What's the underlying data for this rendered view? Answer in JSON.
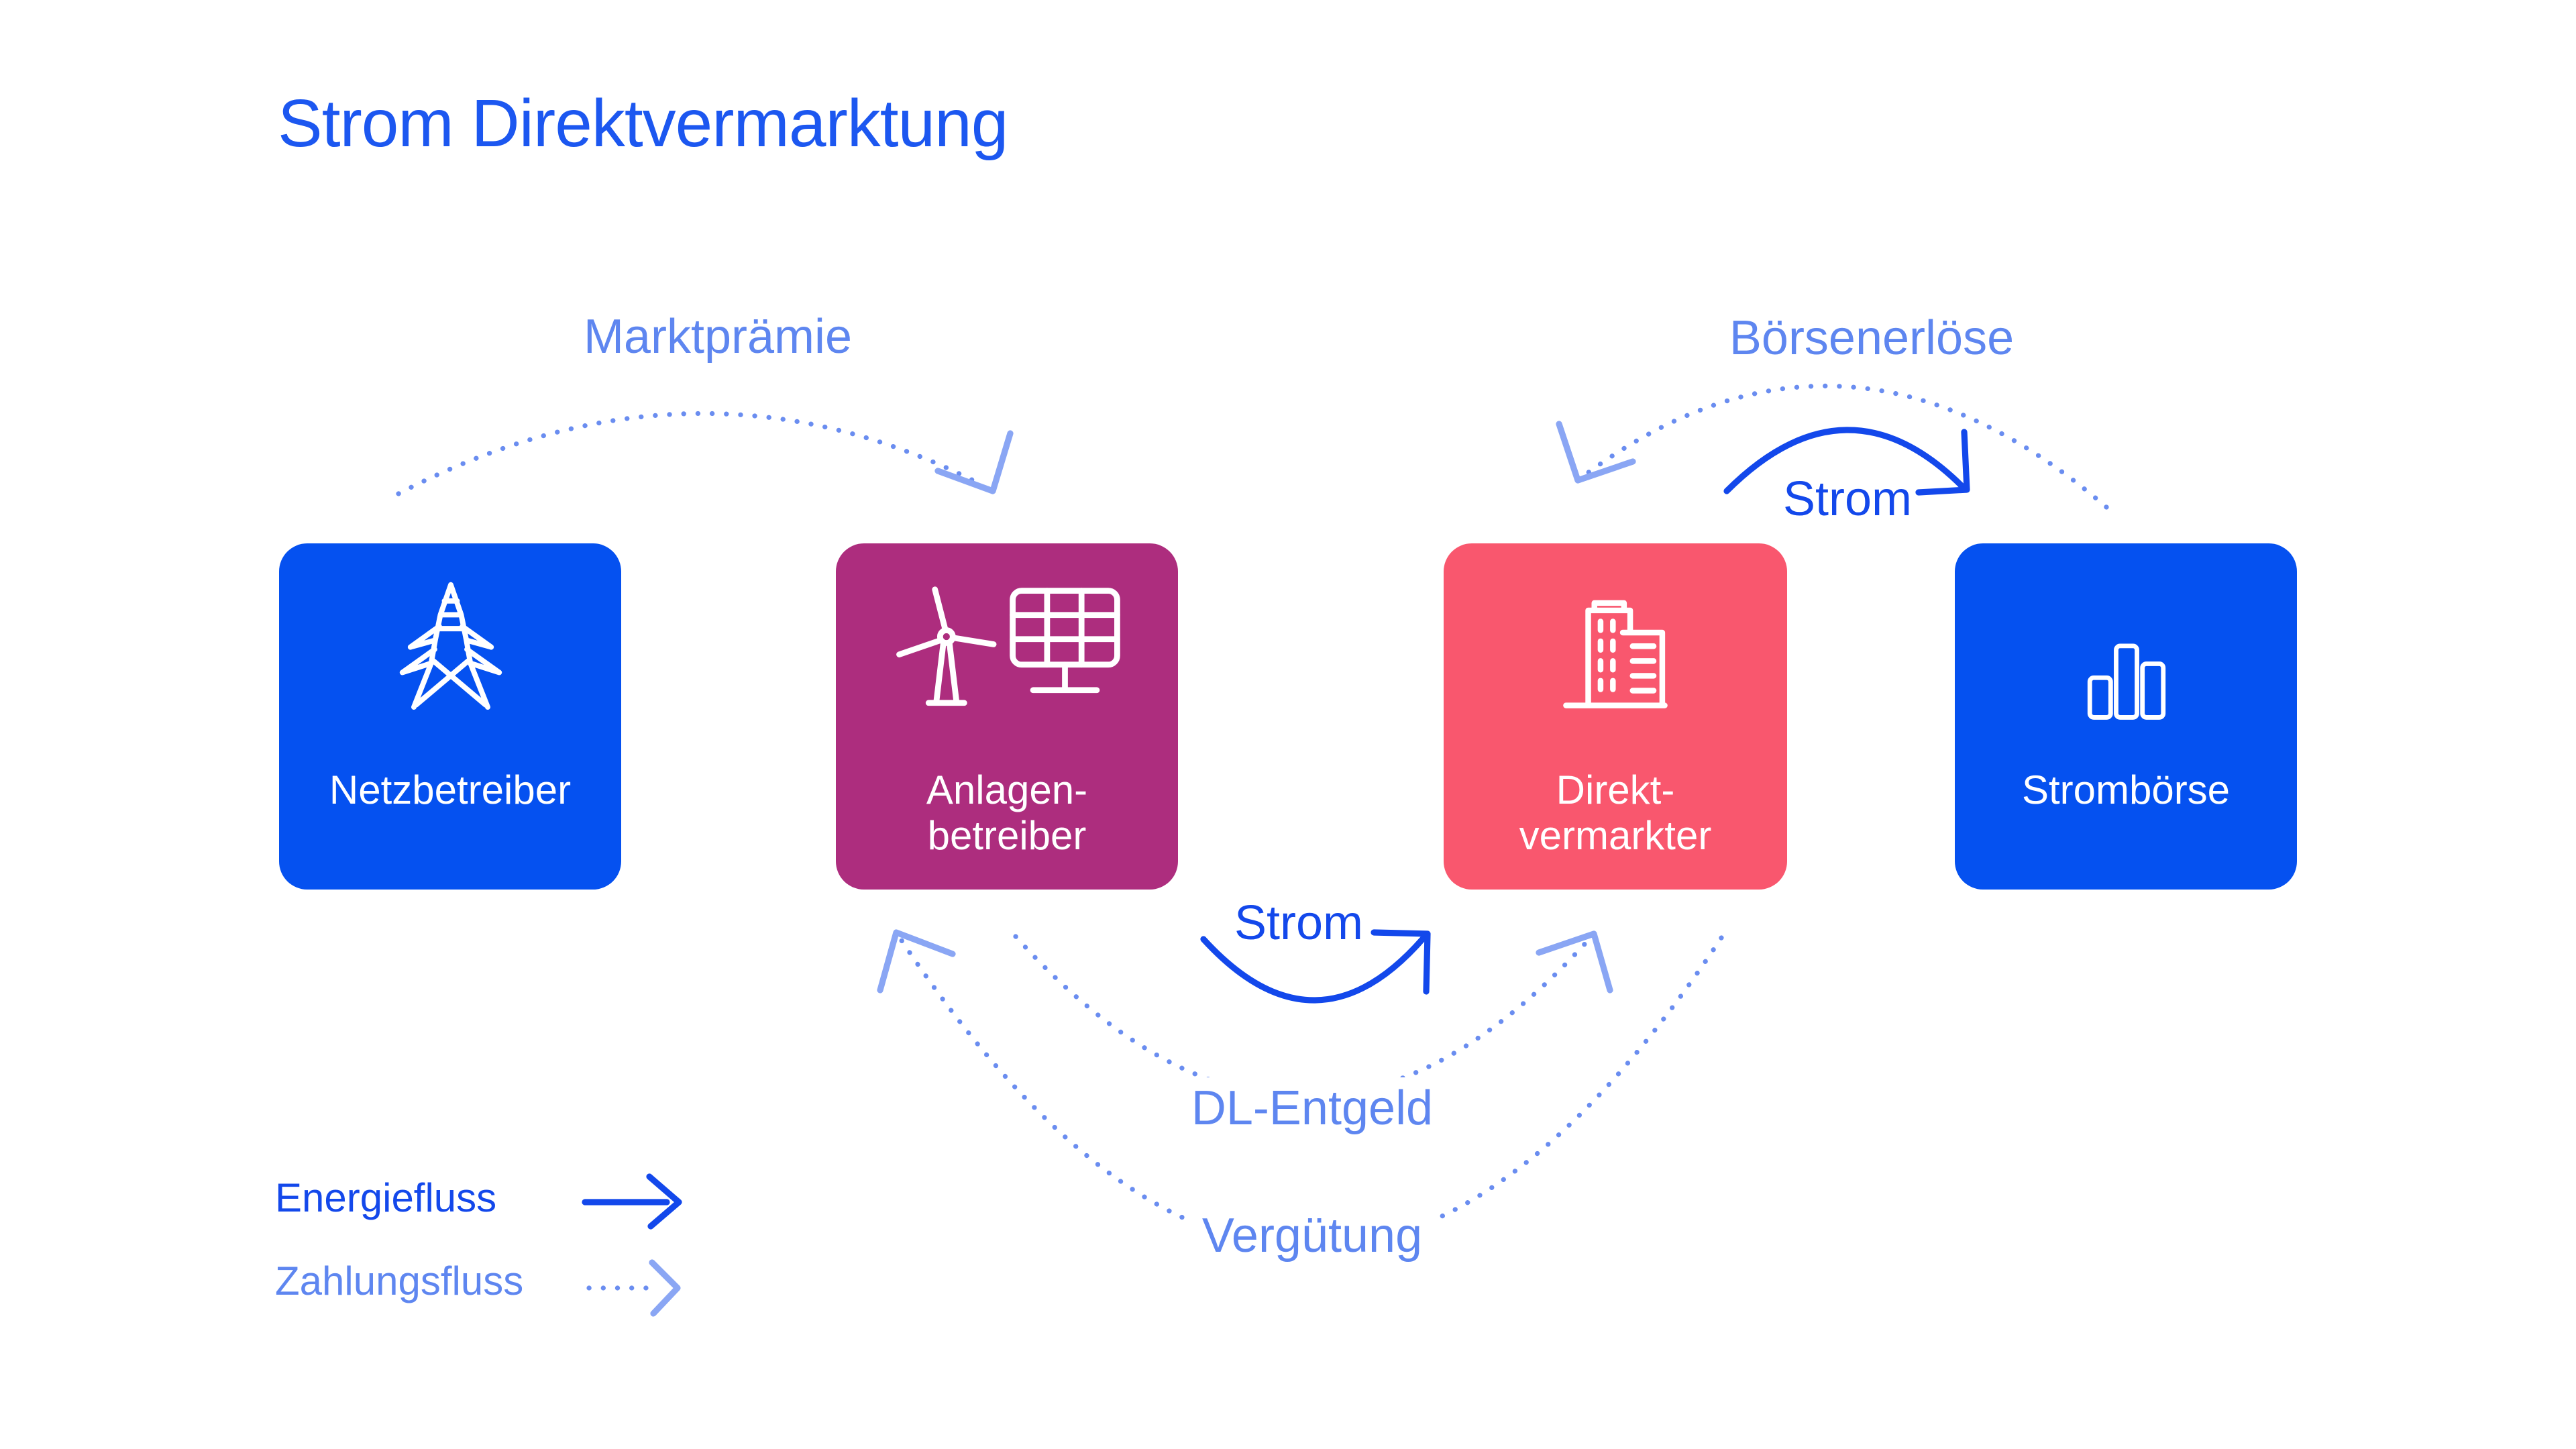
{
  "title": "Strom Direktvermarktung",
  "colors": {
    "background": "#FFFFFF",
    "title_blue": "#1C57F0",
    "box_blue": "#0551F0",
    "box_magenta": "#AD2D7E",
    "box_pink": "#F9576E",
    "energy_arrow_blue": "#1348EB",
    "payment_label_blue": "#5E86F0",
    "payment_dot_blue": "#6A8DF0",
    "payment_arrowhead_blue": "#8AA6F4",
    "icon_white": "#FFFFFF"
  },
  "boxes": [
    {
      "name": "Netzbetreiber",
      "line1": "Netzbetreiber",
      "line2": "",
      "icon": "transmission-tower-icon",
      "color": "#0551F0"
    },
    {
      "name": "Anlagenbetreiber",
      "line1": "Anlagen-",
      "line2": "betreiber",
      "icon": "wind-turbine-solar-panel-icon",
      "color": "#AD2D7E"
    },
    {
      "name": "Direktvermarkter",
      "line1": "Direkt-",
      "line2": "vermarkter",
      "icon": "office-buildings-icon",
      "color": "#F9576E"
    },
    {
      "name": "Strombörse",
      "line1": "Strombörse",
      "line2": "",
      "icon": "bar-chart-icon",
      "color": "#0551F0"
    }
  ],
  "flows": [
    {
      "label": "Marktprämie",
      "type": "Zahlungsfluss",
      "from": "Netzbetreiber",
      "to": "Anlagenbetreiber"
    },
    {
      "label": "Börsenerlöse",
      "type": "Zahlungsfluss",
      "from": "Strombörse",
      "to": "Direktvermarkter"
    },
    {
      "label": "Strom",
      "type": "Energiefluss",
      "from": "Direktvermarkter",
      "to": "Strombörse"
    },
    {
      "label": "Strom",
      "type": "Energiefluss",
      "from": "Anlagenbetreiber",
      "to": "Direktvermarkter"
    },
    {
      "label": "DL-Entgeld",
      "type": "Zahlungsfluss",
      "from": "Anlagenbetreiber",
      "to": "Direktvermarkter"
    },
    {
      "label": "Vergütung",
      "type": "Zahlungsfluss",
      "from": "Direktvermarkter",
      "to": "Anlagenbetreiber"
    }
  ],
  "legend": {
    "energy": "Energiefluss",
    "payment": "Zahlungsfluss"
  }
}
